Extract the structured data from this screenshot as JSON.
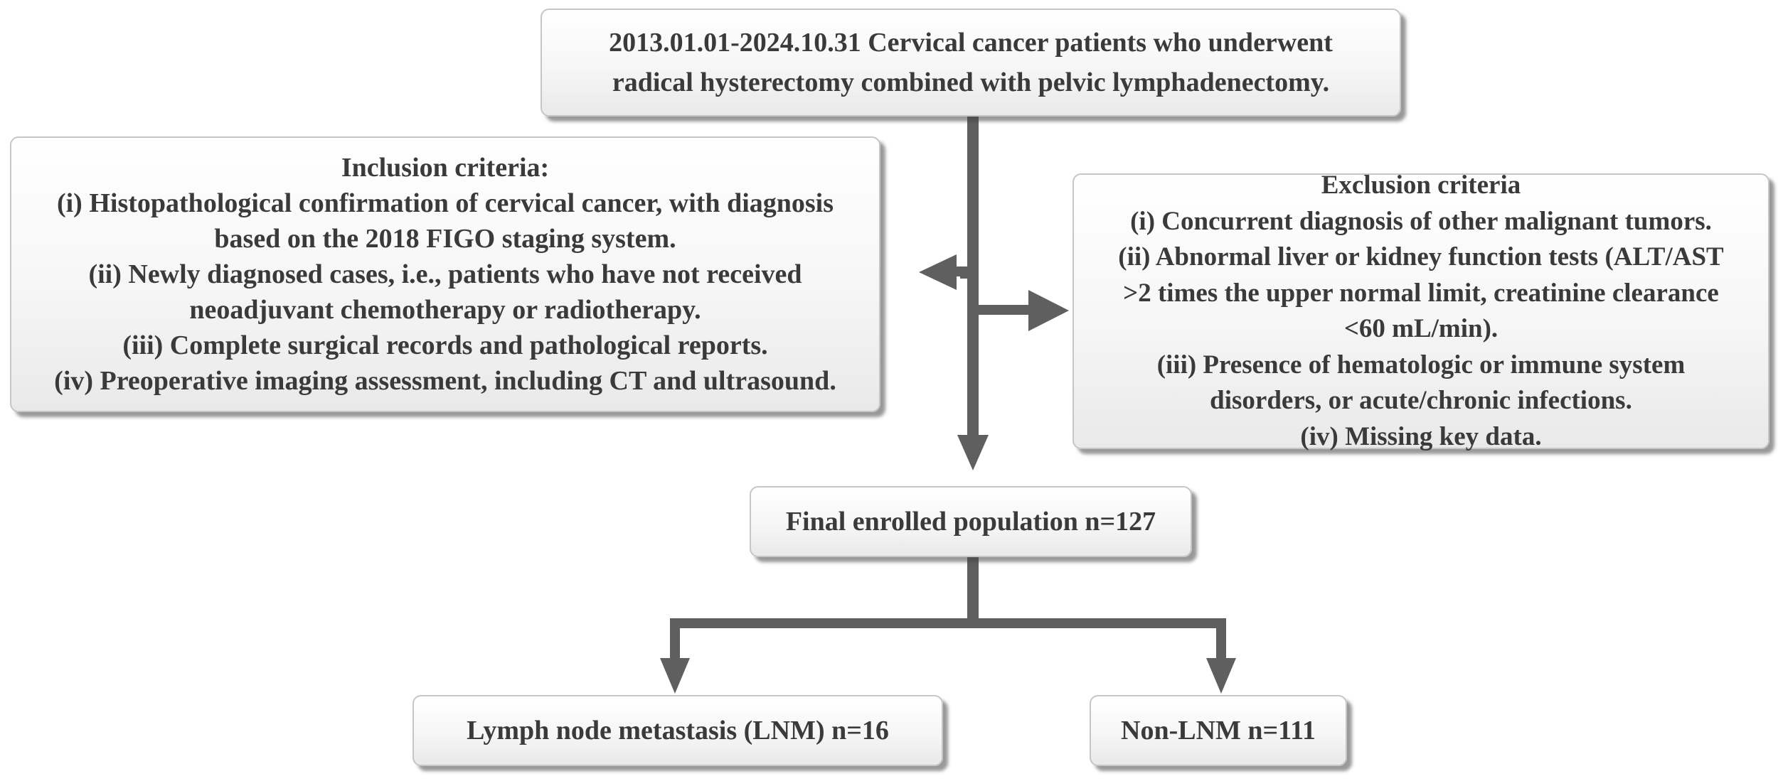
{
  "flowchart": {
    "start": {
      "lines": [
        "2013.01.01-2024.10.31 Cervical cancer patients who underwent",
        "radical hysterectomy combined with pelvic lymphadenectomy."
      ]
    },
    "inclusion": {
      "lines": [
        "Inclusion criteria:",
        "(i) Histopathological confirmation of cervical cancer, with diagnosis",
        "based on the 2018 FIGO staging system.",
        "(ii) Newly diagnosed cases, i.e., patients who have not received",
        "neoadjuvant chemotherapy or radiotherapy.",
        "(iii) Complete surgical records and pathological reports.",
        "(iv) Preoperative imaging assessment, including CT and ultrasound."
      ]
    },
    "exclusion": {
      "lines": [
        "Exclusion criteria",
        "(i) Concurrent diagnosis of other malignant tumors.",
        "(ii) Abnormal liver or kidney function tests (ALT/AST",
        ">2 times the upper normal limit, creatinine clearance",
        "<60 mL/min).",
        "(iii) Presence of hematologic or immune system",
        "disorders, or acute/chronic infections.",
        "(iv) Missing key data."
      ]
    },
    "final": {
      "label": "Final enrolled population n=127"
    },
    "lnm": {
      "label": "Lymph node metastasis (LNM) n=16"
    },
    "non_lnm": {
      "label": "Non-LNM n=111"
    }
  },
  "colors": {
    "arrow": "#5f5f5f",
    "text": "#3a3a3a",
    "box_border": "#c6c6c6"
  }
}
